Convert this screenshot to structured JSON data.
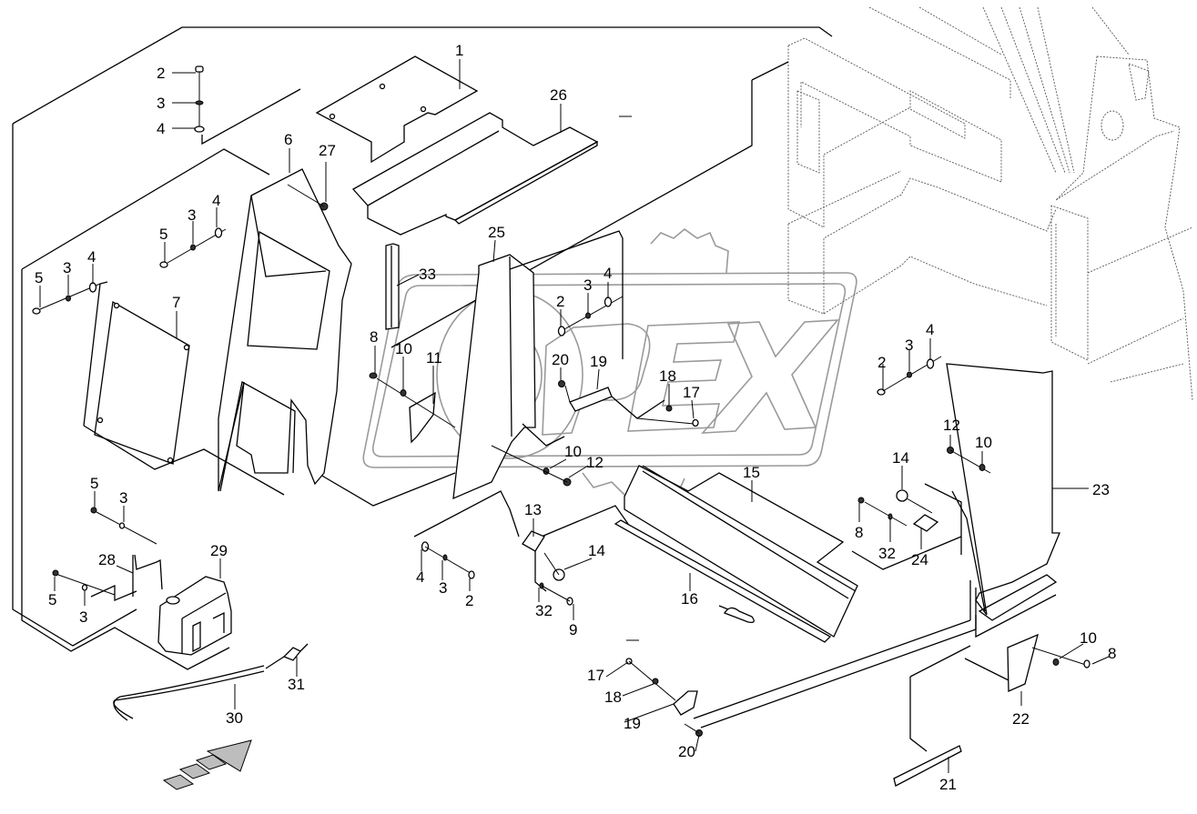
{
  "diagram": {
    "type": "exploded-parts-diagram",
    "watermark": "OPEX",
    "callouts": [
      {
        "id": "c1",
        "label": "1"
      },
      {
        "id": "c2a",
        "label": "2"
      },
      {
        "id": "c3a",
        "label": "3"
      },
      {
        "id": "c4a",
        "label": "4"
      },
      {
        "id": "c6",
        "label": "6"
      },
      {
        "id": "c27",
        "label": "27"
      },
      {
        "id": "c26",
        "label": "26"
      },
      {
        "id": "c4b",
        "label": "4"
      },
      {
        "id": "c3b",
        "label": "3"
      },
      {
        "id": "c5b",
        "label": "5"
      },
      {
        "id": "c4c",
        "label": "4"
      },
      {
        "id": "c3c",
        "label": "3"
      },
      {
        "id": "c5c",
        "label": "5"
      },
      {
        "id": "c7",
        "label": "7"
      },
      {
        "id": "c33",
        "label": "33"
      },
      {
        "id": "c25",
        "label": "25"
      },
      {
        "id": "c4d",
        "label": "4"
      },
      {
        "id": "c3d",
        "label": "3"
      },
      {
        "id": "c2d",
        "label": "2"
      },
      {
        "id": "c8a",
        "label": "8"
      },
      {
        "id": "c10a",
        "label": "10"
      },
      {
        "id": "c11",
        "label": "11"
      },
      {
        "id": "c20a",
        "label": "20"
      },
      {
        "id": "c19a",
        "label": "19"
      },
      {
        "id": "c18a",
        "label": "18"
      },
      {
        "id": "c17a",
        "label": "17"
      },
      {
        "id": "c10b",
        "label": "10"
      },
      {
        "id": "c12a",
        "label": "12"
      },
      {
        "id": "c4e",
        "label": "4"
      },
      {
        "id": "c3e",
        "label": "3"
      },
      {
        "id": "c2e",
        "label": "2"
      },
      {
        "id": "c12b",
        "label": "12"
      },
      {
        "id": "c10c",
        "label": "10"
      },
      {
        "id": "c23",
        "label": "23"
      },
      {
        "id": "c15",
        "label": "15"
      },
      {
        "id": "c14a",
        "label": "14"
      },
      {
        "id": "c8b",
        "label": "8"
      },
      {
        "id": "c32a",
        "label": "32"
      },
      {
        "id": "c24",
        "label": "24"
      },
      {
        "id": "c5d",
        "label": "5"
      },
      {
        "id": "c3f",
        "label": "3"
      },
      {
        "id": "c28",
        "label": "28"
      },
      {
        "id": "c29",
        "label": "29"
      },
      {
        "id": "c5e",
        "label": "5"
      },
      {
        "id": "c3g",
        "label": "3"
      },
      {
        "id": "c13",
        "label": "13"
      },
      {
        "id": "c14b",
        "label": "14"
      },
      {
        "id": "c4f",
        "label": "4"
      },
      {
        "id": "c3h",
        "label": "3"
      },
      {
        "id": "c2f",
        "label": "2"
      },
      {
        "id": "c32b",
        "label": "32"
      },
      {
        "id": "c9",
        "label": "9"
      },
      {
        "id": "c16",
        "label": "16"
      },
      {
        "id": "c31",
        "label": "31"
      },
      {
        "id": "c30",
        "label": "30"
      },
      {
        "id": "c17b",
        "label": "17"
      },
      {
        "id": "c18b",
        "label": "18"
      },
      {
        "id": "c19b",
        "label": "19"
      },
      {
        "id": "c20b",
        "label": "20"
      },
      {
        "id": "c10d",
        "label": "10"
      },
      {
        "id": "c8c",
        "label": "8"
      },
      {
        "id": "c22",
        "label": "22"
      },
      {
        "id": "c21",
        "label": "21"
      }
    ],
    "direction_arrow": "forward-travel-direction"
  }
}
